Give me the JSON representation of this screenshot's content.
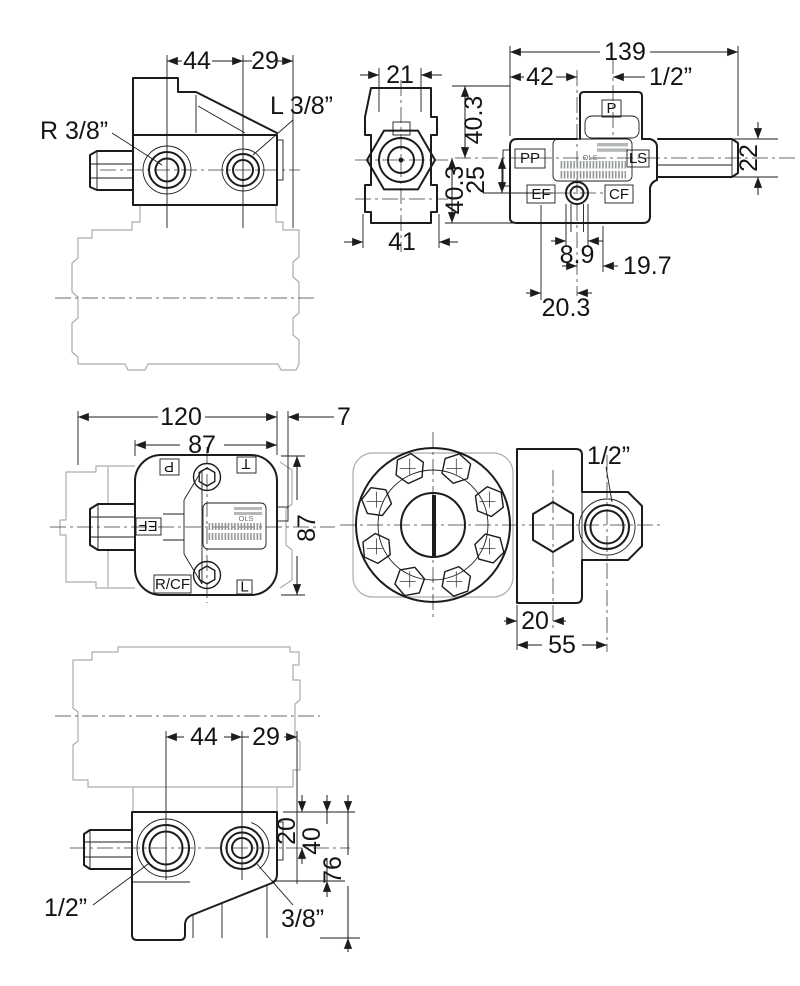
{
  "drawing": {
    "type": "technical-dimension-drawing",
    "subject": "hydraulic priority valve mounted on steering unit, six orthographic views",
    "units": "mm",
    "colors": {
      "line": "#1c1c1c",
      "ghost_outline": "#a9aeac",
      "centerline": "#3a3a3a",
      "background": "#ffffff",
      "barcode": "#8a8f8d"
    }
  },
  "side_view": {
    "dim_44": "44",
    "dim_29": "29",
    "label_r": "R 3/8”",
    "label_l": "L 3/8”"
  },
  "end_view": {
    "dim_21": "21",
    "dim_41": "41"
  },
  "front_view": {
    "dim_139": "139",
    "dim_42": "42",
    "dim_half": "1/2”",
    "dim_403_upper": "40.3",
    "dim_403_lower": "40.3",
    "dim_25": "25",
    "dim_22": "22",
    "dim_89": "8.9",
    "dim_197": "19.7",
    "dim_203": "20.3",
    "port_p": "P",
    "port_pp": "PP",
    "port_ls": "LS",
    "port_ef": "EF",
    "port_cf": "CF",
    "plate_code": "OLS"
  },
  "top_view": {
    "dim_120": "120",
    "dim_87_width": "87",
    "dim_7": "7",
    "dim_87_height": "87",
    "port_p": "P",
    "port_t": "T",
    "port_ef": "EF",
    "port_rcf": "R/CF",
    "port_l": "L",
    "plate_code": "OLS"
  },
  "flange_view": {
    "dim_half": "1/2”",
    "dim_20": "20",
    "dim_55": "55"
  },
  "bottom_view": {
    "dim_44": "44",
    "dim_29": "29",
    "dim_20": "20",
    "dim_40": "40",
    "dim_76": "76",
    "label_half": "1/2”",
    "label_threeeighth": "3/8”"
  }
}
